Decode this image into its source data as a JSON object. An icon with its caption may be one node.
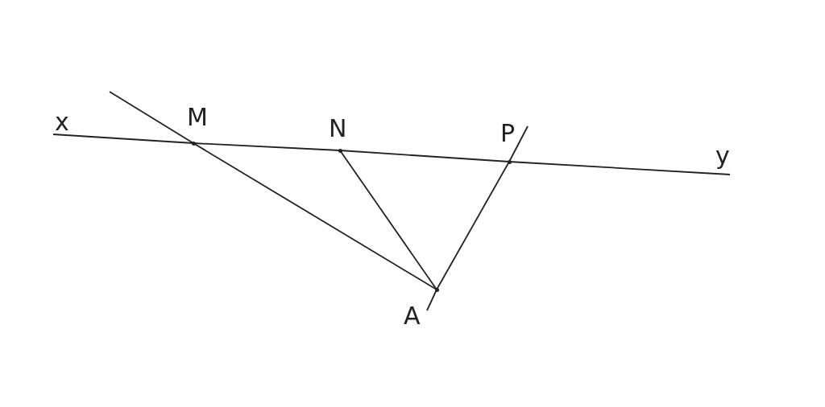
{
  "diagram": {
    "nodes": [
      {
        "text": [
          "x"
        ]
      },
      {
        "text": [
          "M"
        ]
      },
      {
        "text": [
          "N"
        ]
      },
      {
        "text": [
          "P"
        ]
      },
      {
        "text": [
          "y"
        ]
      },
      {
        "text": [
          "A"
        ]
      }
    ],
    "edges": [
      {
        "from": 0,
        "to": 1,
        "arrow": "none"
      },
      {
        "from": 1,
        "to": 2,
        "arrow": "none"
      },
      {
        "from": 2,
        "to": 3,
        "arrow": "none"
      },
      {
        "from": 3,
        "to": 4,
        "arrow": "none"
      },
      {
        "from": 5,
        "to": 1,
        "arrow": "none"
      },
      {
        "from": 5,
        "to": 2,
        "arrow": "none"
      },
      {
        "from": 5,
        "to": 3,
        "arrow": "none"
      }
    ]
  }
}
